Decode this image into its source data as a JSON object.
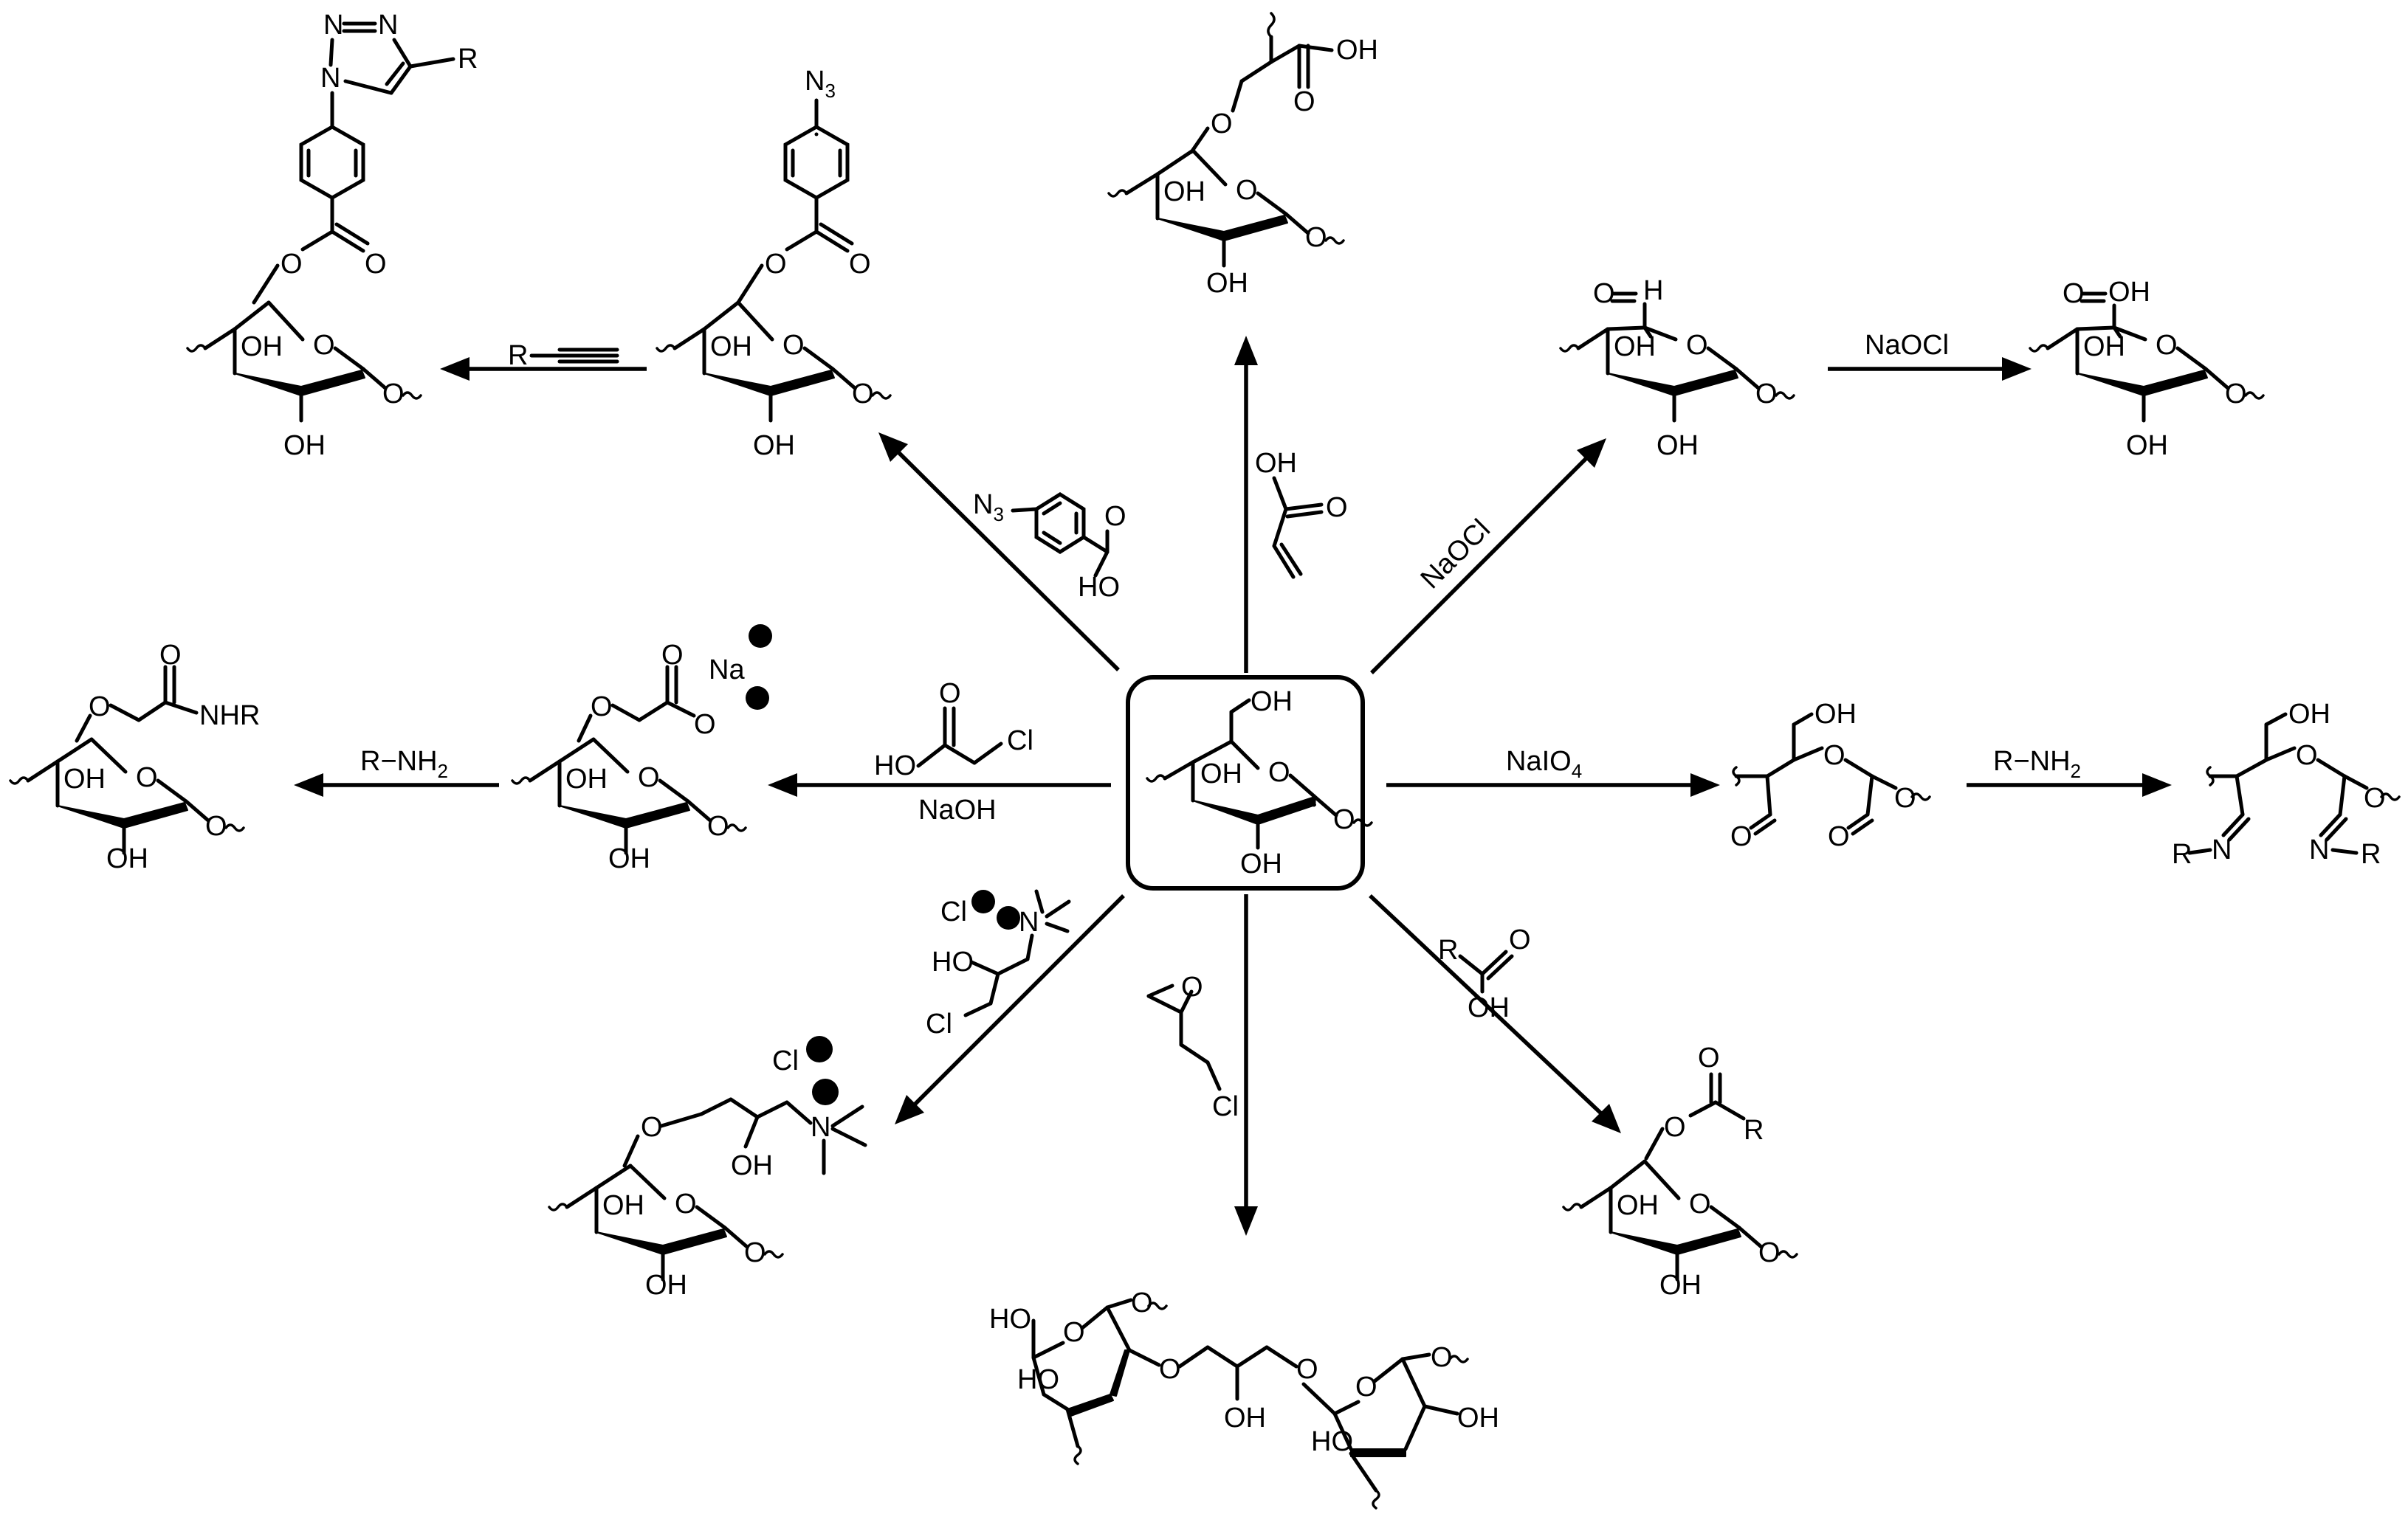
{
  "labels": {
    "oh": "OH",
    "o": "O",
    "n": "N",
    "r": "R",
    "h": "H",
    "cl": "Cl",
    "na": "Na",
    "ho": "HO",
    "n3": "N",
    "three": "3",
    "nhr": "NHR",
    "plus": "+",
    "minus": "−"
  },
  "reagents": {
    "naocl_ne": "NaOCl",
    "naocl_oxid": "NaOCl",
    "naio4_main": "NaIO",
    "naio4_sub": "4",
    "rnh2_imine": "R−NH",
    "rnh2_imine_sub": "2",
    "rnh2_amide": "R−NH",
    "rnh2_amide_sub": "2",
    "naoh": "NaOH",
    "alkyne_r": "R"
  },
  "colors": {
    "ink": "#000000",
    "background": "#ffffff"
  }
}
